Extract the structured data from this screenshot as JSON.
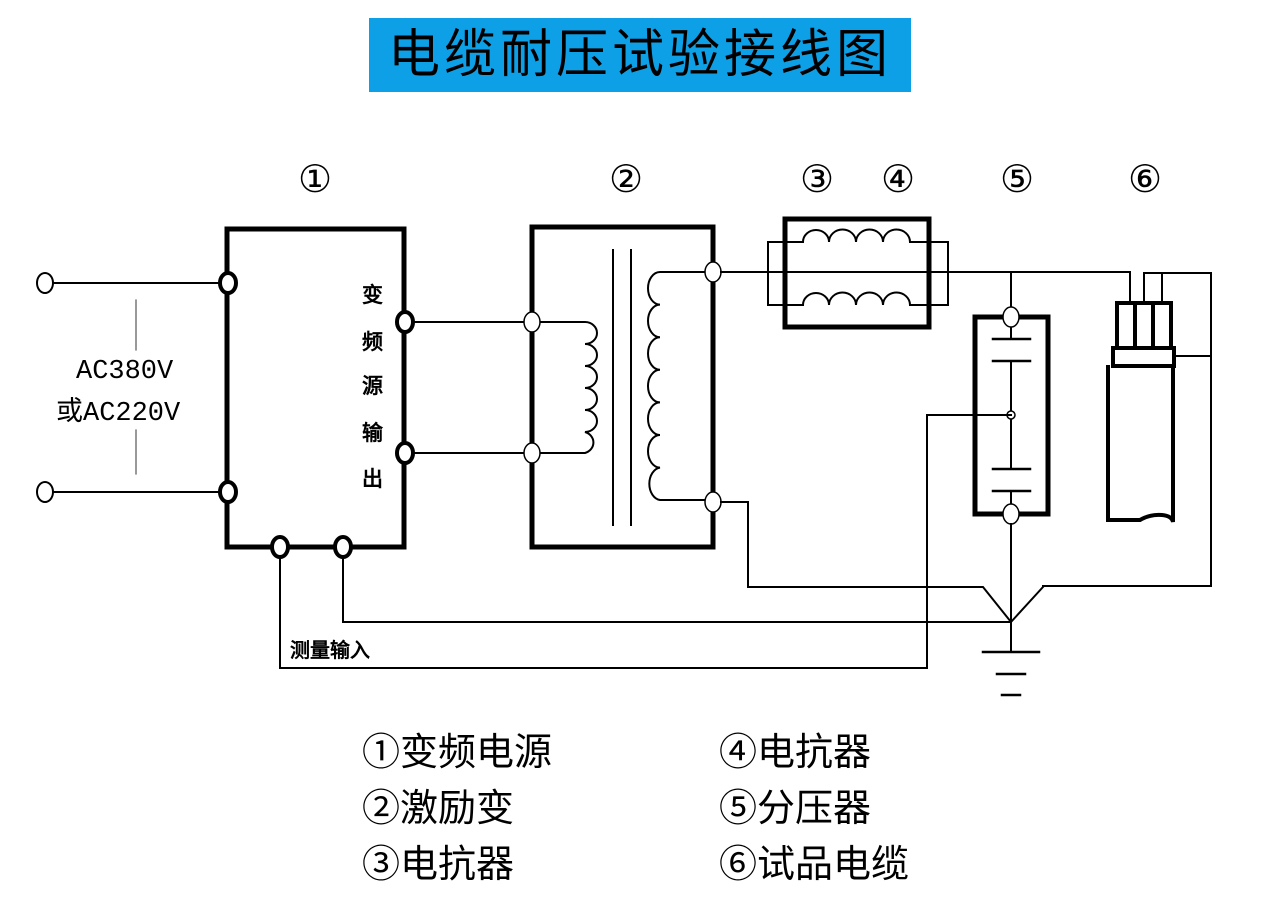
{
  "title": "电缆耐压试验接线图",
  "colors": {
    "title_bg": "#0ea0e6",
    "line": "#000000",
    "background": "#ffffff"
  },
  "component_numbers": [
    "①",
    "②",
    "③",
    "④",
    "⑤",
    "⑥"
  ],
  "supply_label": {
    "line1": "AC380V",
    "line2": "或AC220V"
  },
  "source_output_label": [
    "变",
    "频",
    "源",
    "输",
    "出"
  ],
  "measurement_input_label": "测量输入",
  "legend": {
    "left": [
      "①变频电源",
      "②激励变",
      "③电抗器"
    ],
    "right": [
      "④电抗器",
      "⑤分压器",
      "⑥试品电缆"
    ]
  },
  "components": [
    {
      "id": 1,
      "name": "变频电源"
    },
    {
      "id": 2,
      "name": "激励变"
    },
    {
      "id": 3,
      "name": "电抗器"
    },
    {
      "id": 4,
      "name": "电抗器"
    },
    {
      "id": 5,
      "name": "分压器"
    },
    {
      "id": 6,
      "name": "试品电缆"
    }
  ]
}
